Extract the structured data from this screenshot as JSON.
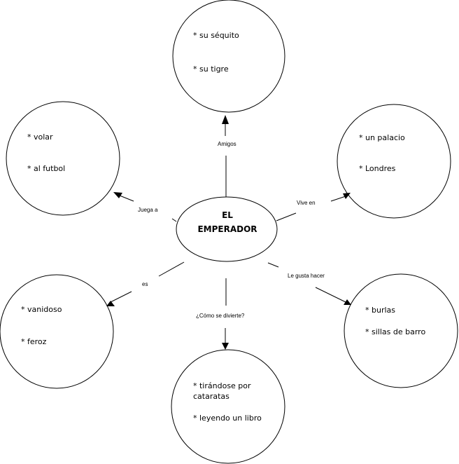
{
  "center": {
    "line1": "EL",
    "line2": "EMPERADOR"
  },
  "nodes": {
    "top": {
      "items": [
        "* su séquito",
        "* su tigre"
      ]
    },
    "left_top": {
      "items": [
        "* volar",
        "* al futbol"
      ]
    },
    "right_top": {
      "items": [
        "* un palacio",
        "* Londres"
      ]
    },
    "left_bottom": {
      "items": [
        "*  vanidoso",
        "*  feroz"
      ]
    },
    "right_bottom": {
      "items": [
        "* burlas",
        "* sillas de barro"
      ]
    },
    "bottom": {
      "items": [
        "* tirándose por",
        "cataratas",
        "* leyendo un libro"
      ]
    }
  },
  "links": {
    "top": "Amigos",
    "left_top": "Juega a",
    "right_top": "Vive en",
    "left_bottom": "es",
    "right_bottom": "Le gusta hacer",
    "bottom": "¿Cómo se divierte?"
  },
  "colors": {
    "line": "#000000",
    "background": "#ffffff"
  }
}
